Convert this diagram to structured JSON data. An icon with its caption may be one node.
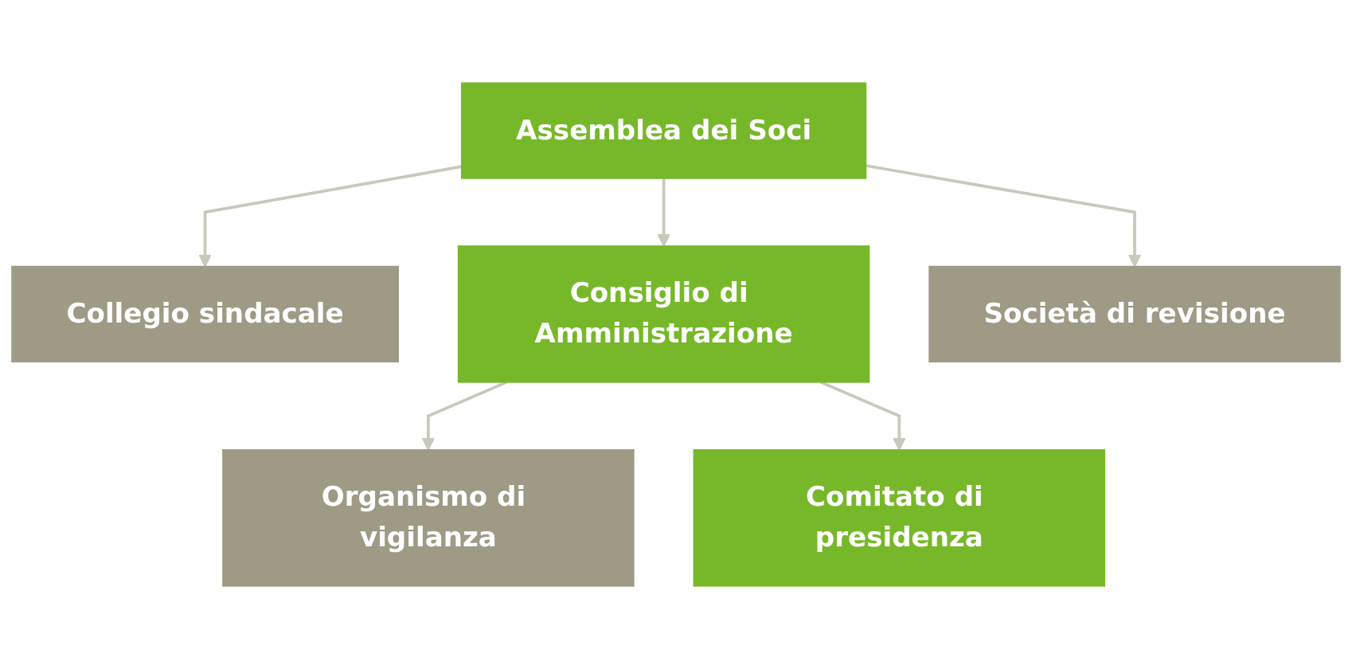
{
  "diagram": {
    "nodes": [
      {
        "text": [
          "Assemblea dei Soci"
        ]
      },
      {
        "text": [
          "Collegio sindacale"
        ]
      },
      {
        "text": [
          "Consiglio di Amministrazione"
        ]
      },
      {
        "text": [
          "Società di revisione"
        ]
      },
      {
        "text": [
          "Organismo di vigilanza"
        ]
      },
      {
        "text": [
          "Comitato di presidenza"
        ]
      }
    ],
    "edges": [
      {
        "from": 0,
        "to": 1,
        "arrow": "to"
      },
      {
        "from": 0,
        "to": 2,
        "arrow": "to"
      },
      {
        "from": 0,
        "to": 3,
        "arrow": "to"
      },
      {
        "from": 2,
        "to": 4,
        "arrow": "to"
      },
      {
        "from": 2,
        "to": 5,
        "arrow": "to"
      }
    ]
  }
}
